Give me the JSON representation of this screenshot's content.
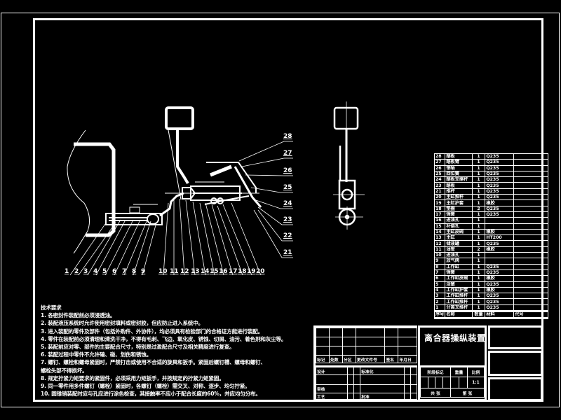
{
  "drawing": {
    "title": "离合器操纵装置",
    "callouts_bottom": [
      "1",
      "2",
      "3",
      "4",
      "5",
      "6",
      "7",
      "8",
      "9",
      "10",
      "11",
      "12",
      "13",
      "14",
      "15",
      "16",
      "17",
      "18",
      "19",
      "20"
    ],
    "callouts_right": [
      "28",
      "27",
      "26",
      "25",
      "24",
      "23",
      "22",
      "21"
    ]
  },
  "tech_requirements": {
    "heading": "技术要求",
    "items": [
      "1. 各密封件装配前必须浸透油。",
      "2. 装配液压系统时允许使用密封填料或密封胶，但应防止进入系统中。",
      "3. 进入装配的零件及部件（包括外购件、外协件），均必须具有检验部门的合格证方能进行装配。",
      "4. 零件在装配前必须清理和清洗干净，不得有毛刺、飞边、氧化皮、锈蚀、切屑、油污、着色剂和灰尘等。",
      "5. 装配前应对零、部件的主要配合尺寸，特别是过盈配合尺寸及相关精度进行复查。",
      "6. 装配过程中零件不允许磕、碰、划伤和锈蚀。",
      "7. 螺钉、螺栓和螺母紧固时，严禁打击或使用不合适的旋具和扳手。紧固后螺钉槽、螺母和螺钉、",
      "螺栓头部不得损坏。",
      "8. 规定拧紧力矩要求的紧固件，必须采用力矩扳手，并按规定的拧紧力矩紧固。",
      "9. 同一零件用多件螺钉（螺栓）紧固时，各螺钉（螺栓）需交叉、对称、逐步、均匀拧紧。",
      "10. 圆锥销装配时应与孔应进行涂色检查，其接触率不应小于配合长度的60%，并应均匀分布。"
    ]
  },
  "bom": {
    "rows": [
      {
        "no": "28",
        "name": "踏板",
        "qty": "1",
        "material": "Q235",
        "remark": ""
      },
      {
        "no": "27",
        "name": "踏板臂",
        "qty": "1",
        "material": "Q235",
        "remark": ""
      },
      {
        "no": "26",
        "name": "销轴",
        "qty": "1",
        "material": "Q235",
        "remark": ""
      },
      {
        "no": "25",
        "name": "回位簧",
        "qty": "1",
        "material": "Q235",
        "remark": ""
      },
      {
        "no": "24",
        "name": "踏板支撑杆",
        "qty": "1",
        "material": "Q235",
        "remark": ""
      },
      {
        "no": "23",
        "name": "踏板",
        "qty": "1",
        "material": "Q235",
        "remark": ""
      },
      {
        "no": "21",
        "name": "推杆",
        "qty": "1",
        "material": "Q235",
        "remark": ""
      },
      {
        "no": "20",
        "name": "主缸推杆",
        "qty": "1",
        "material": "Q235",
        "remark": ""
      },
      {
        "no": "19",
        "name": "主缸护套",
        "qty": "1",
        "material": "橡胶",
        "remark": ""
      },
      {
        "no": "18",
        "name": "垫圈",
        "qty": "2",
        "material": "Q235",
        "remark": ""
      },
      {
        "no": "17",
        "name": "弹簧",
        "qty": "1",
        "material": "Q235",
        "remark": ""
      },
      {
        "no": "16",
        "name": "进油孔",
        "qty": "1",
        "material": "",
        "remark": ""
      },
      {
        "no": "15",
        "name": "补偿孔",
        "qty": "1",
        "material": "",
        "remark": ""
      },
      {
        "no": "14",
        "name": "主缸皮碗",
        "qty": "1",
        "material": "橡胶",
        "remark": ""
      },
      {
        "no": "13",
        "name": "主缸",
        "qty": "1",
        "material": "HT200",
        "remark": ""
      },
      {
        "no": "12",
        "name": "储液罐",
        "qty": "1",
        "material": "Q235",
        "remark": ""
      },
      {
        "no": "11",
        "name": "油管",
        "qty": "2",
        "material": "橡胶",
        "remark": ""
      },
      {
        "no": "10",
        "name": "进油孔",
        "qty": "1",
        "material": "",
        "remark": ""
      },
      {
        "no": "9",
        "name": "放气阀",
        "qty": "1",
        "material": "",
        "remark": ""
      },
      {
        "no": "8",
        "name": "工作缸",
        "qty": "1",
        "material": "Q235",
        "remark": ""
      },
      {
        "no": "7",
        "name": "弹簧",
        "qty": "1",
        "material": "Q235",
        "remark": ""
      },
      {
        "no": "6",
        "name": "工作缸皮碗",
        "qty": "1",
        "material": "橡胶",
        "remark": ""
      },
      {
        "no": "5",
        "name": "活塞",
        "qty": "1",
        "material": "Q235",
        "remark": ""
      },
      {
        "no": "4",
        "name": "工作缸护套",
        "qty": "1",
        "material": "橡胶",
        "remark": ""
      },
      {
        "no": "3",
        "name": "工作缸推杆",
        "qty": "1",
        "material": "Q235",
        "remark": ""
      },
      {
        "no": "2",
        "name": "工作缸推杆",
        "qty": "1",
        "material": "Q235",
        "remark": ""
      },
      {
        "no": "1",
        "name": "分离叉推杆",
        "qty": "1",
        "material": "Q235",
        "remark": ""
      }
    ],
    "header": {
      "no": "序号",
      "name": "名称",
      "qty": "数量",
      "material": "材料",
      "remark": "代号"
    }
  },
  "title_block": {
    "row_labels": [
      "标记",
      "处数",
      "分区",
      "更改文件号",
      "签名",
      "年月日"
    ],
    "design": "设计",
    "standardize": "标准化",
    "review": "审核",
    "process": "工艺",
    "approve": "批准",
    "stage_mark": "阶段标记",
    "weight": "重量",
    "scale": "比例",
    "scale_value": "1:1",
    "sheet_total": "共  张",
    "sheet_no": "第  张"
  }
}
